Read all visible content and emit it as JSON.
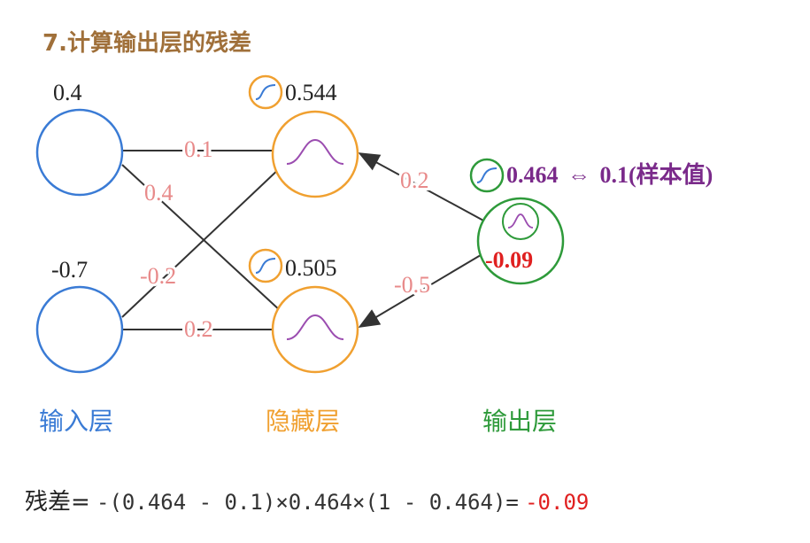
{
  "title": "7.计算输出层的残差",
  "layers": {
    "input_label": "输入层",
    "hidden_label": "隐藏层",
    "output_label": "输出层"
  },
  "nodes": {
    "input_top_value": "0.4",
    "input_bottom_value": "-0.7",
    "hidden_top_value": "0.544",
    "hidden_bottom_value": "0.505",
    "output_value": "0.464",
    "output_arrow": "⇔",
    "output_target": "0.1(样本值)",
    "output_residual": "-0.09"
  },
  "weights": {
    "w_it_ht": "0.1",
    "w_it_hb": "0.4",
    "w_ib_ht": "-0.2",
    "w_ib_hb": "0.2",
    "w_ht_o": "0.2",
    "w_hb_o": "-0.5"
  },
  "formula": {
    "prefix": "残差=",
    "body": "-(0.464 - 0.1)×0.464×(1 - 0.464)=",
    "result": "-0.09"
  },
  "colors": {
    "title": "#a0703a",
    "input": "#3a7bd5",
    "hidden": "#f0a030",
    "output": "#2e9a3a",
    "weight_label": "#e88a8a",
    "activation_curve": "#9b4db0",
    "output_text": "#7a2a8a",
    "residual": "#e02020",
    "lines": "#333333"
  },
  "icons": {
    "sigmoid": "sigmoid-icon",
    "bell_curve": "bell-curve-icon"
  }
}
